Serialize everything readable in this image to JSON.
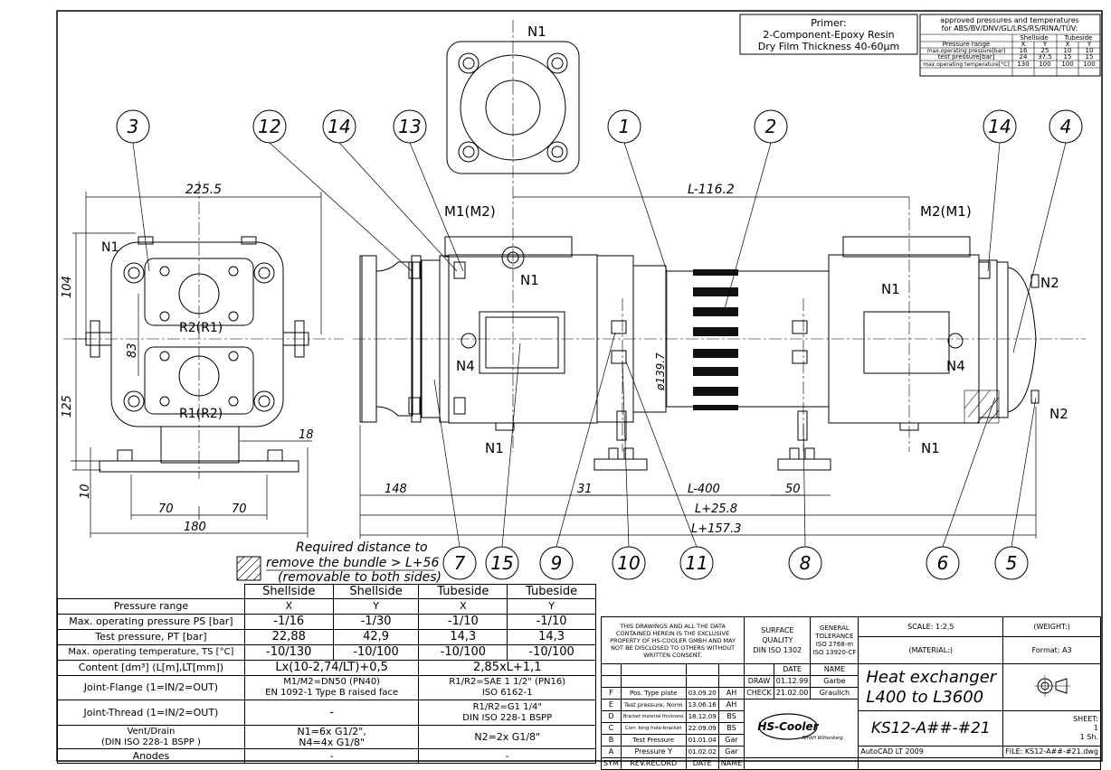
{
  "primer": {
    "line1": "Primer:",
    "line2": "2-Component-Epoxy Resin",
    "line3": "Dry Film Thickness 40-60µm"
  },
  "approved": {
    "title1": "approved pressures and temperatures",
    "title2": "for ABS/BV/DNV/GL/LRS/RS/RINA/TÜV:",
    "cols": [
      "Shellside",
      "Tubeside"
    ],
    "sub": [
      "X",
      "Y",
      "X",
      "Y"
    ],
    "rows": [
      {
        "label": "Pressure range",
        "v": [
          "X",
          "Y",
          "X",
          "Y"
        ]
      },
      {
        "label": "max.operating pressure[bar]",
        "v": [
          "16",
          "25",
          "10",
          "10"
        ]
      },
      {
        "label": "test pressure[bar]",
        "v": [
          "24",
          "37.5",
          "15",
          "15"
        ]
      },
      {
        "label": "max.operating temperature[°C]",
        "v": [
          "130",
          "100",
          "100",
          "100"
        ]
      }
    ]
  },
  "labels": {
    "N1": "N1",
    "N2": "N2",
    "N4": "N4",
    "M1M2": "M1(M2)",
    "M2M1": "M2(M1)",
    "R2R1": "R2(R1)",
    "R1R2": "R1(R2)"
  },
  "dims": {
    "d225": "225.5",
    "d104": "104",
    "d83": "83",
    "d125": "125",
    "d18": "18",
    "d10": "10",
    "d70a": "70",
    "d70b": "70",
    "d180": "180",
    "d148": "148",
    "d31": "31",
    "dL116": "L-116.2",
    "dL400": "L-400",
    "d50": "50",
    "dL258": "L+25.8",
    "dL157": "L+157.3",
    "d139": "ø139.7"
  },
  "balloons": [
    "1",
    "2",
    "3",
    "4",
    "5",
    "6",
    "7",
    "8",
    "9",
    "10",
    "11",
    "12",
    "13",
    "14",
    "15"
  ],
  "note": {
    "line1": "Required distance to",
    "line2": "remove the bundle > L+56",
    "line3": "(removable to both sides)"
  },
  "spec": {
    "headers": [
      "",
      "Shellside",
      "Shellside",
      "Tubeside",
      "Tubeside"
    ],
    "rows": [
      [
        "Pressure range",
        "X",
        "Y",
        "X",
        "Y"
      ],
      [
        "Max. operating pressure PS [bar]",
        "-1/16",
        "-1/30",
        "-1/10",
        "-1/10"
      ],
      [
        "Test pressure, PT [bar]",
        "22,88",
        "42,9",
        "14,3",
        "14,3"
      ],
      [
        "Max. operating temperature, TS [°C]",
        "-10/130",
        "-10/100",
        "-10/100",
        "-10/100"
      ]
    ],
    "content_label": "Content [dm³] (L[m],LT[mm])",
    "content_shell": "Lx(10-2,74/LT)+0,5",
    "content_tube": "2,85xL+1,1",
    "flange_label": "Joint-Flange (1=IN/2=OUT)",
    "flange_shell1": "M1/M2=DN50 (PN40)",
    "flange_shell2": "EN 1092-1 Type B raised face",
    "flange_tube1": "R1/R2=SAE 1 1/2\" (PN16)",
    "flange_tube2": "ISO 6162-1",
    "thread_label": "Joint-Thread (1=IN/2=OUT)",
    "thread_shell": "-",
    "thread_tube1": "R1/R2=G1 1/4\"",
    "thread_tube2": "DIN ISO 228-1 BSPP",
    "vent_label1": "Vent/Drain",
    "vent_label2": "(DIN ISO 228-1 BSPP )",
    "vent_shell1": "N1=6x G1/2\",",
    "vent_shell2": "N4=4x G1/8\"",
    "vent_tube": "N2=2x G1/8\"",
    "anodes_label": "Anodes",
    "anodes_shell": "-",
    "anodes_tube": "-"
  },
  "titleblock": {
    "disclaimer": [
      "THIS DRAWINGS AND ALL THE DATA",
      "CONTAINED HEREIN IS THE EXCLUSIVE",
      "PROPERTY OF HS-COOLER GMBH AND MAY",
      "NOT BE DISCLOSED TO OTHERS WITHOUT",
      "WRITTEN CONSENT."
    ],
    "surface": [
      "SURFACE",
      "QUALITY",
      "DIN ISO 1302"
    ],
    "tolerance": [
      "GENERAL",
      "TOLERANCE",
      "ISO 2768-m",
      "ISO 13920-CF"
    ],
    "scale": "SCALE: 1:2,5",
    "weight": "(WEIGHT:)",
    "material": "(MATERIAL:)",
    "format": "Format: A3",
    "date_h": "DATE",
    "name_h": "NAME",
    "draw": "DRAW",
    "draw_date": "01.12.99",
    "draw_name": "Garbe",
    "check": "CHECK",
    "check_date": "21.02.00",
    "check_name": "Graulich",
    "title1": "Heat exchanger",
    "title2": "L400 to L3600",
    "drawing_no": "KS12-A##-#21",
    "sheet": "SHEET:",
    "sheet_no": "1",
    "sheet_of": "1 Sh.",
    "cad": "AutoCAD LT 2009",
    "file": "FILE: KS12-A##-#21.dwg",
    "logo": "HS-Cooler",
    "logo_sub": "GmbH Wittenberg",
    "revisions": [
      {
        "sym": "F",
        "rec": "Pos. Type plate",
        "date": "03.09.20",
        "name": "AH"
      },
      {
        "sym": "E",
        "rec": "Test pressure, Norm",
        "date": "13.06.16",
        "name": "AH"
      },
      {
        "sym": "D",
        "rec": "Bracket material thickness",
        "date": "18.12.09",
        "name": "BS"
      },
      {
        "sym": "C",
        "rec": "Corr. long hole-bracket",
        "date": "22.09.09",
        "name": "BS"
      },
      {
        "sym": "B",
        "rec": "Test Pressure",
        "date": "01.01.04",
        "name": "Gar"
      },
      {
        "sym": "A",
        "rec": "Pressure Y",
        "date": "01.02.02",
        "name": "Gar"
      }
    ],
    "rev_headers": {
      "sym": "SYM",
      "rec": "REV.RECORD",
      "date": "DATE",
      "name": "NAME"
    }
  }
}
